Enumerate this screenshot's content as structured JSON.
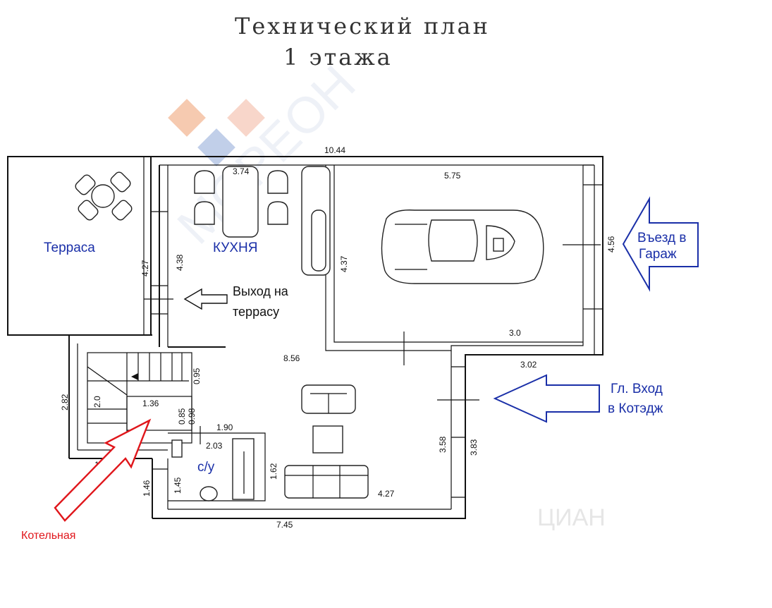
{
  "title": {
    "line1": "Технический план",
    "line2": "1 этажа"
  },
  "watermark": {
    "brand": "МОРЕОН",
    "corner": "ЦИАН"
  },
  "rooms": {
    "terrace": "Терраса",
    "kitchen": "КУХНЯ",
    "bathroom": "с/у"
  },
  "annotations": {
    "terrace_exit_1": "Выход на",
    "terrace_exit_2": "террасу",
    "garage_entry_1": "Въезд в",
    "garage_entry_2": "Гараж",
    "main_entry_1": "Гл. Вход",
    "main_entry_2": "в Котэдж",
    "boiler": "Котельная"
  },
  "dimensions": {
    "top_total": "10.44",
    "kitchen_table": "3.74",
    "garage_top": "5.75",
    "terrace_left": "4.27",
    "kitchen_left": "4.38",
    "garage_left": "4.37",
    "garage_right": "4.56",
    "garage_bottom": "3.0",
    "hall": "8.56",
    "right_lower_top": "3.02",
    "stairs_side": "0.95",
    "stair_width": "2.82",
    "stair_run": "2.0",
    "boiler_w": "1.36",
    "boiler_h1": "0.85",
    "boiler_h2": "0.98",
    "bath_top": "1.90",
    "bath_inner": "2.03",
    "bath_right": "1.62",
    "bath_left_1": "1.45",
    "bath_left_2": "1.46",
    "boiler_bottom": "1.92",
    "living_right_1": "3.58",
    "living_right_2": "3.83",
    "living_bottom": "4.27",
    "bottom_total": "7.45"
  },
  "colors": {
    "label_blue": "#1a2fa8",
    "arrow_blue": "#1a2fa8",
    "boiler_red": "#e0161b",
    "watermark_orange": "#f0a070",
    "watermark_blue": "#8fa8d8"
  }
}
